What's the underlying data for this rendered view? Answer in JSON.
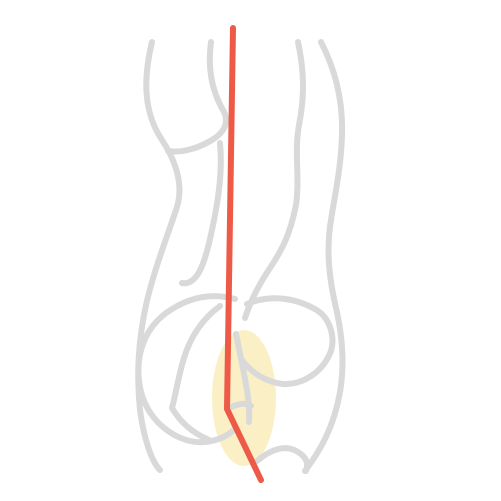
{
  "colors": {
    "background": "#ffffff",
    "outline": "#d9d9d9",
    "highlight": "#fbefc2",
    "marker_line": "#ee5a48"
  },
  "illustration": {
    "subject": "side-view-torso-buttocks-line-drawing",
    "marker": "red-posture-line",
    "highlight": "yellow-oval-highlight"
  }
}
